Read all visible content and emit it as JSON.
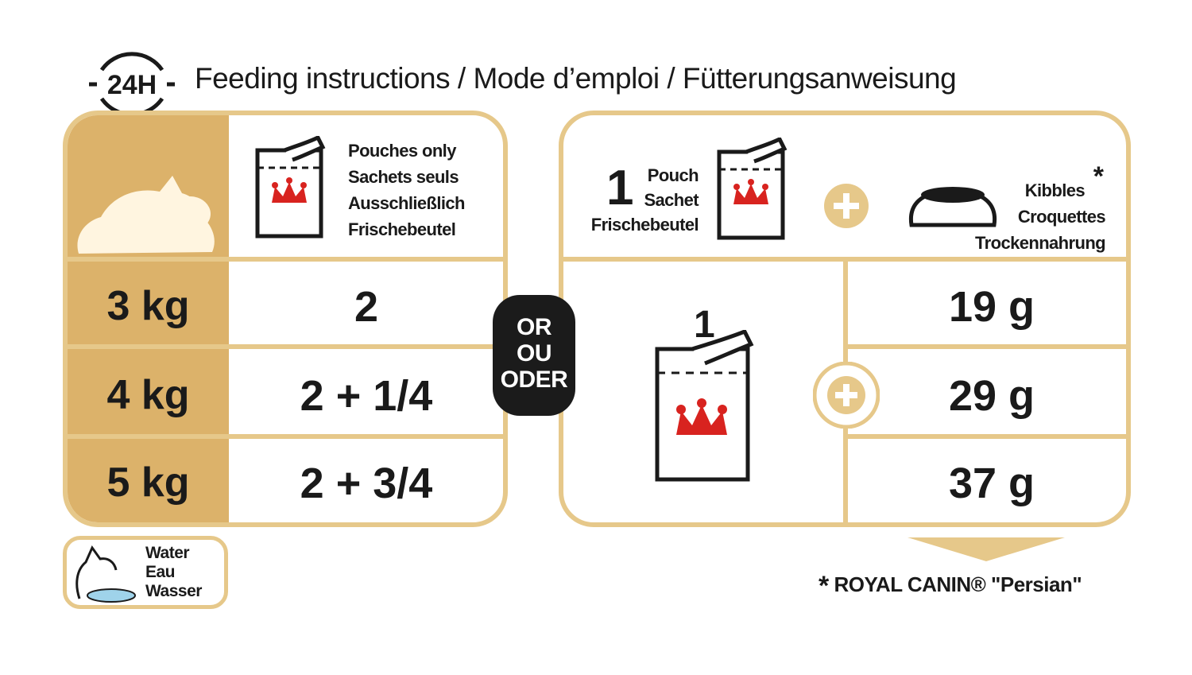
{
  "header": {
    "badge": "24H",
    "title": "Feeding instructions / Mode d’emploi / Fütterungsanweisung"
  },
  "left_panel": {
    "pouches_label": [
      "Pouches only",
      "Sachets seuls",
      "Ausschließlich",
      "Frischebeutel"
    ],
    "rows": [
      {
        "weight": "3 kg",
        "pouches": "2"
      },
      {
        "weight": "4 kg",
        "pouches": "2 + 1/4"
      },
      {
        "weight": "5 kg",
        "pouches": "2 + 3/4"
      }
    ]
  },
  "or_badge": [
    "OR",
    "OU",
    "ODER"
  ],
  "right_panel": {
    "pouch_count": "1",
    "pouch_label": [
      "Pouch",
      "Sachet",
      "Frischebeutel"
    ],
    "kibbles_label": [
      "Kibbles",
      "Croquettes",
      "Trockennahrung"
    ],
    "kibbles_star": "*",
    "pouch_per_day": "1",
    "kibbles_grams": [
      "19 g",
      "29 g",
      "37 g"
    ]
  },
  "water": [
    "Water",
    "Eau",
    "Wasser"
  ],
  "footnote": {
    "star": "*",
    "text": "ROYAL CANIN® \"Persian\""
  },
  "colors": {
    "gold": "#e6c88a",
    "gold_dark": "#dcb26a",
    "crown_red": "#d8231f",
    "badge_black": "#1b1b1b"
  },
  "icons": [
    "clock-24h-icon",
    "cat-icon",
    "pouch-icon",
    "plus-icon",
    "bowl-icon",
    "water-bowl-icon",
    "arrow-down-icon"
  ]
}
